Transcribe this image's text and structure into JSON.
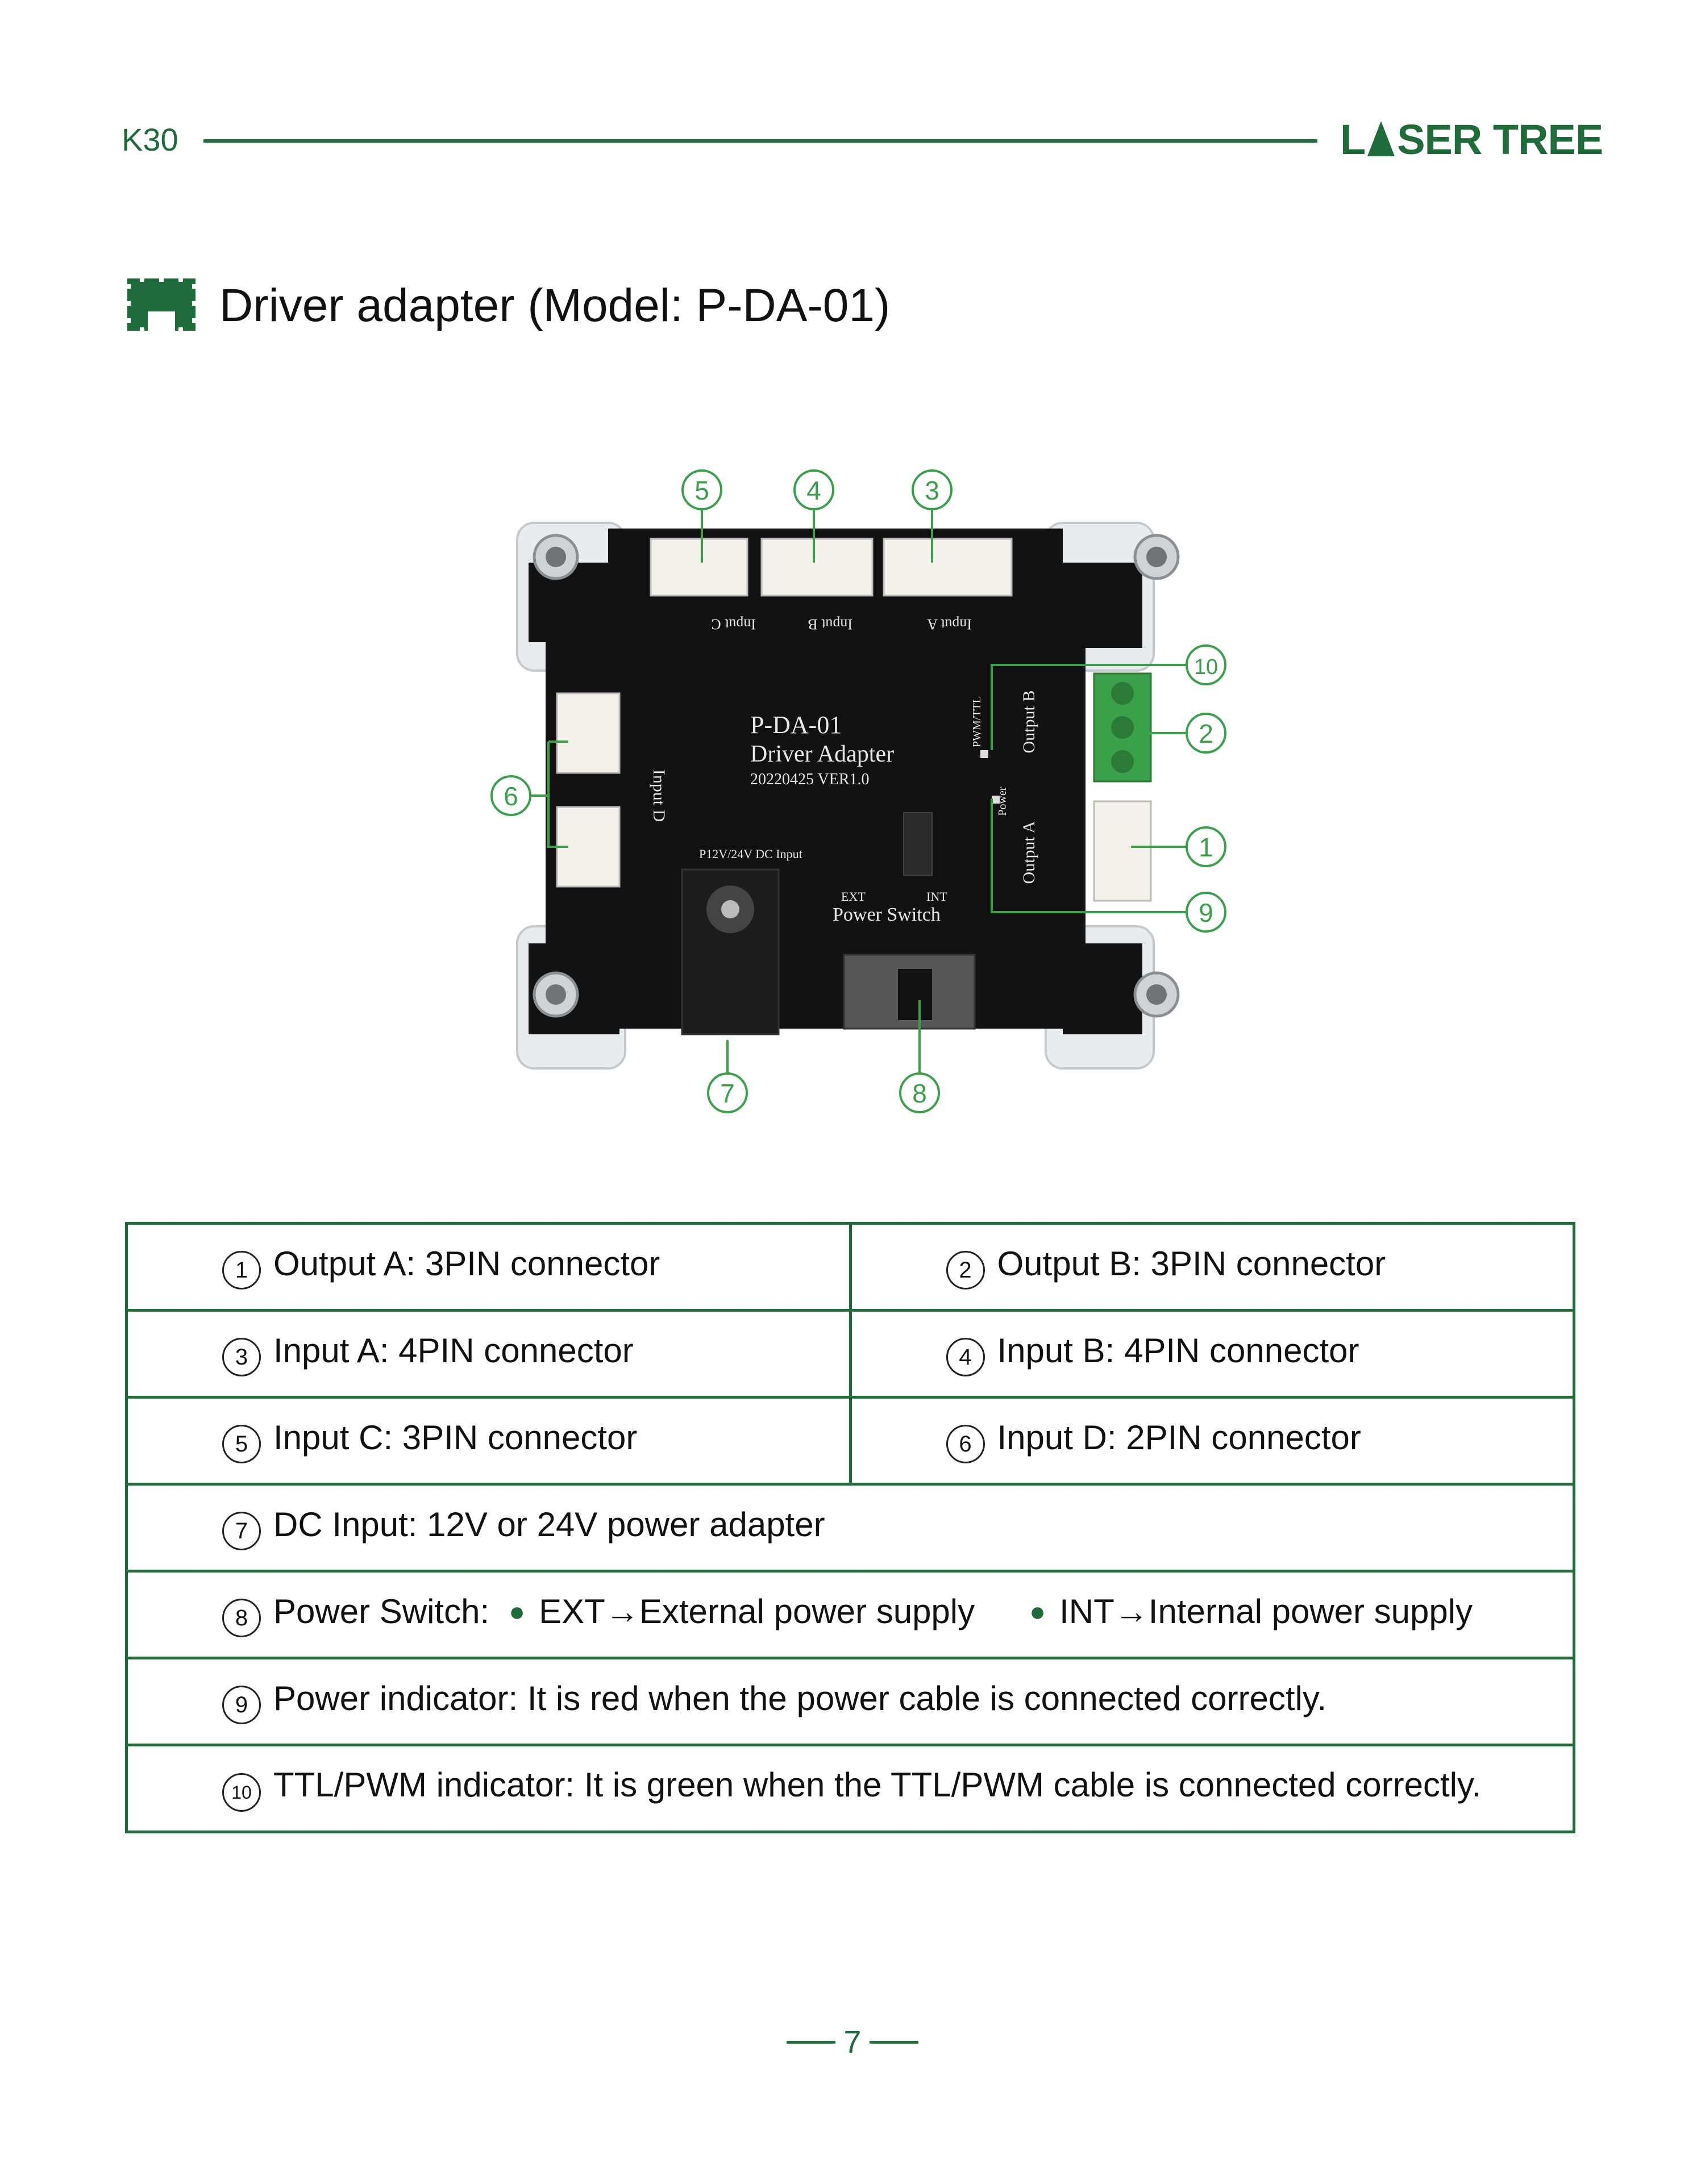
{
  "header": {
    "model": "K30",
    "logo_left": "L",
    "logo_right": "SER TREE",
    "brand_color": "#1f6b3a"
  },
  "section": {
    "icon": "circuit-board-icon",
    "title": "Driver adapter (Model: P-DA-01)"
  },
  "board": {
    "label_model": "P-DA-01",
    "label_name": "Driver Adapter",
    "label_version": "20220425 VER1.0",
    "input_a": "Input A",
    "input_b": "Input B",
    "input_c": "Input C",
    "input_d": "Input D",
    "output_a": "Output A",
    "output_b": "Output B",
    "dc_input": "P12V/24V DC Input",
    "power_switch": "Power Switch",
    "ext": "EXT",
    "int": "INT",
    "power": "Power",
    "pwm_ttl": "PWM/TTL",
    "callouts": [
      "1",
      "2",
      "3",
      "4",
      "5",
      "6",
      "7",
      "8",
      "9",
      "10"
    ]
  },
  "table": {
    "rows": [
      {
        "cells": [
          {
            "num": "1",
            "text": "Output A: 3PIN connector"
          },
          {
            "num": "2",
            "text": "Output B: 3PIN connector"
          }
        ]
      },
      {
        "cells": [
          {
            "num": "3",
            "text": "Input A: 4PIN connector"
          },
          {
            "num": "4",
            "text": "Input B: 4PIN connector"
          }
        ]
      },
      {
        "cells": [
          {
            "num": "5",
            "text": "Input C: 3PIN connector"
          },
          {
            "num": "6",
            "text": "Input D: 2PIN connector"
          }
        ]
      },
      {
        "cells": [
          {
            "num": "7",
            "text": "DC Input: 12V or 24V power adapter"
          }
        ]
      },
      {
        "num": "8",
        "label": "Power Switch:",
        "opt1": "EXT→External power supply",
        "opt2": "INT→Internal power supply"
      },
      {
        "cells": [
          {
            "num": "9",
            "text": "Power indicator: It is red when the power cable is connected correctly."
          }
        ]
      },
      {
        "cells": [
          {
            "num": "10",
            "text": "TTL/PWM indicator: It is green when the TTL/PWM cable is connected correctly."
          }
        ]
      }
    ]
  },
  "footer": {
    "page": "7"
  }
}
